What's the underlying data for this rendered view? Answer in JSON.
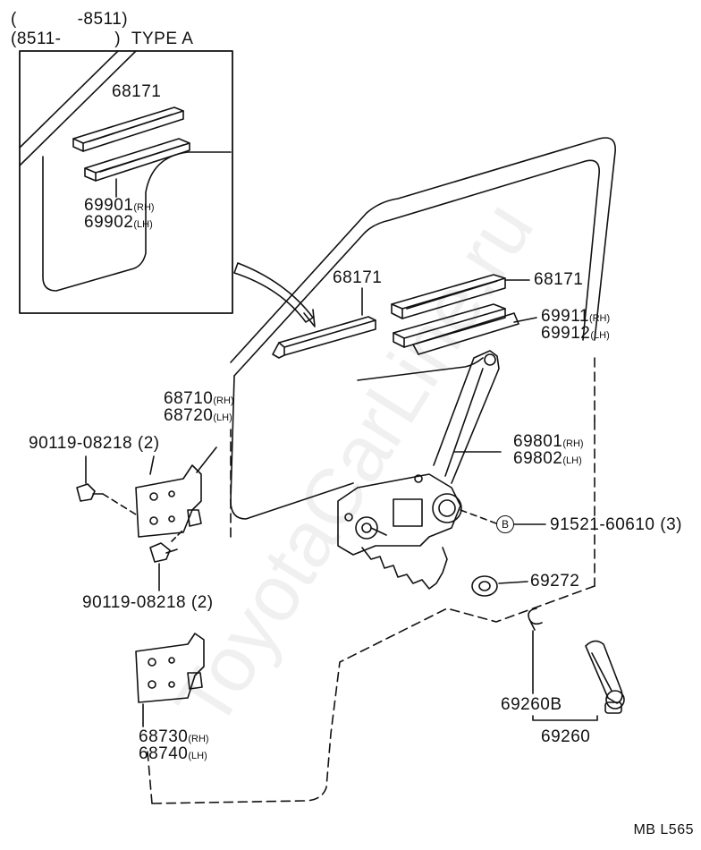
{
  "header": {
    "line1_open": "(",
    "line1_code": "-8511)",
    "line2_code": "(8511-",
    "line2_close": ")",
    "type_label": "TYPE A"
  },
  "parts": {
    "p68171_inset": "68171",
    "p69901": "69901",
    "p69902": "69902",
    "p68171_mid": "68171",
    "p68171_right": "68171",
    "p69911": "69911",
    "p69912": "69912",
    "p68710": "68710",
    "p68720": "68720",
    "p90119_top": "90119-08218 (2)",
    "p90119_bottom": "90119-08218 (2)",
    "p69801": "69801",
    "p69802": "69802",
    "p91521": "91521-60610 (3)",
    "p69272": "69272",
    "p69260B": "69260B",
    "p69260": "69260",
    "p68730": "68730",
    "p68740": "68740"
  },
  "suffix": {
    "rh": "(RH)",
    "lh": "(LH)"
  },
  "callout_B": "B",
  "watermark": "ToyotaCarLine.ru",
  "figure_ref": "MB L565"
}
